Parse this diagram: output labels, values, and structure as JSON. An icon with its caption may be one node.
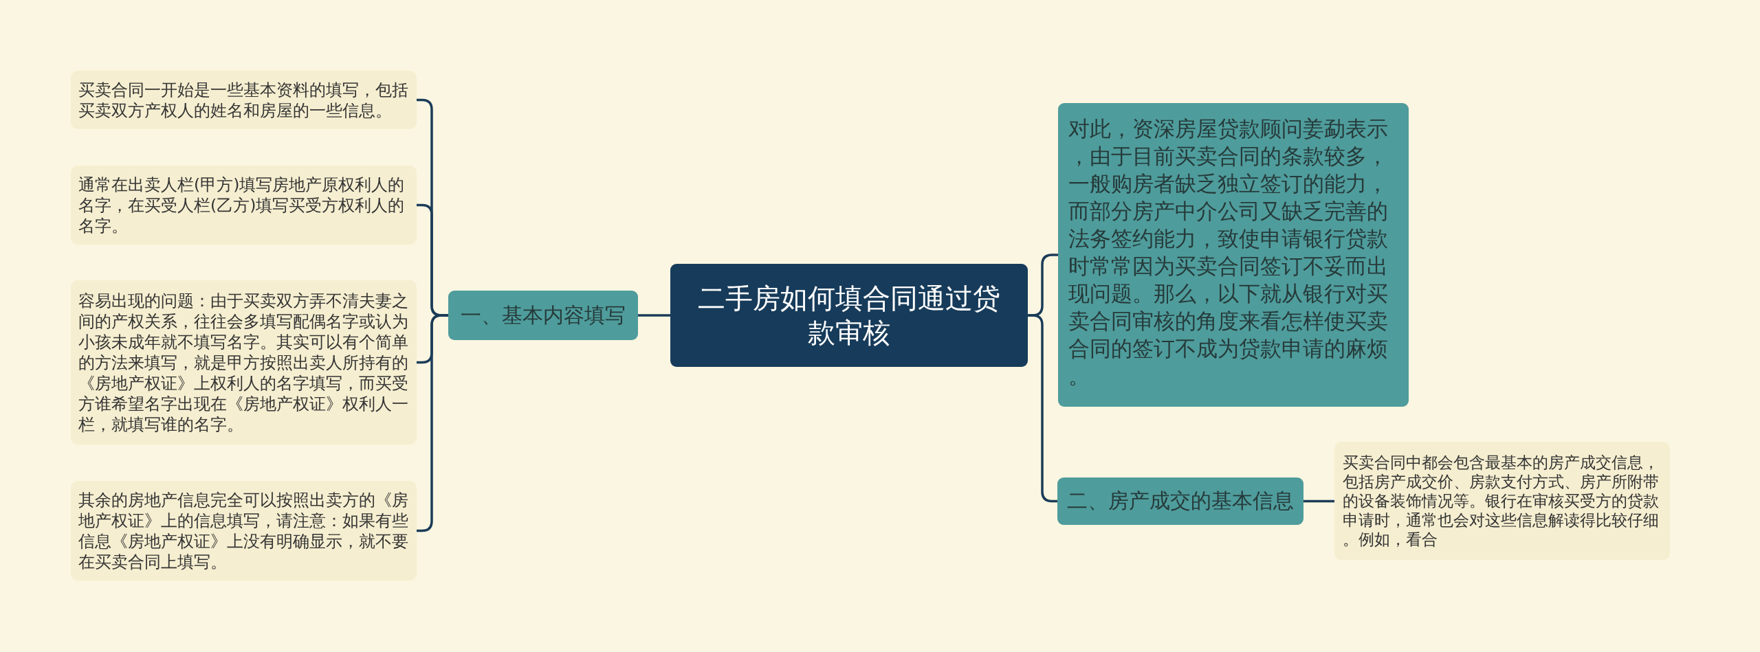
{
  "diagram": {
    "nodes": [
      {
        "text": [
          "二手房如何填合同通过贷款审核"
        ]
      },
      {
        "text": [
          "一、基本内容填写"
        ]
      },
      {
        "text": [
          "买卖合同一开始是一些基本资料的填写，包括买卖双方产权人的姓名和房屋的一些信息。"
        ]
      },
      {
        "text": [
          "通常在出卖人栏(甲方)填写房地产原权利人的名字，在买受人栏(乙方)填写买受方权利人的名字。"
        ]
      },
      {
        "text": [
          "容易出现的问题：由于买卖双方弄不清夫妻之间的产权关系，往往会多填写配偶名字或认为小孩未成年就不填写名字。其实可以有个简单的方法来填写，就是甲方按照出卖人所持有的《房地产权证》上权利人的名字填写，而买受方谁希望名字出现在《房地产权证》权利人一栏，就填写谁的名字。"
        ]
      },
      {
        "text": [
          "其余的房地产信息完全可以按照出卖方的《房地产权证》上的信息填写，请注意：如果有些信息《房地产权证》上没有明确显示，就不要在买卖合同上填写。"
        ]
      },
      {
        "text": [
          "对此，资深房屋贷款顾问姜勐表示，由于目前买卖合同的条款较多，一般购房者缺乏独立签订的能力，而部分房产中介公司又缺乏完善的法务签约能力，致使申请银行贷款时常常因为买卖合同签订不妥而出现问题。那么，以下就从银行对买卖合同审核的角度来看怎样使买卖合同的签订不成为贷款申请的麻烦。"
        ]
      },
      {
        "text": [
          "二、房产成交的基本信息"
        ]
      },
      {
        "text": [
          "买卖合同中都会包含最基本的房产成交信息，包括房产成交价、房款支付方式、房产所附带的设备装饰情况等。银行在审核买受方的贷款申请时，通常也会对这些信息解读得比较仔细。例如，看合"
        ]
      }
    ],
    "edges": [
      {
        "from": 0,
        "to": 1,
        "arrow": "none"
      },
      {
        "from": 1,
        "to": 2,
        "arrow": "none"
      },
      {
        "from": 1,
        "to": 3,
        "arrow": "none"
      },
      {
        "from": 1,
        "to": 4,
        "arrow": "none"
      },
      {
        "from": 1,
        "to": 5,
        "arrow": "none"
      },
      {
        "from": 0,
        "to": 6,
        "arrow": "none"
      },
      {
        "from": 0,
        "to": 7,
        "arrow": "none"
      },
      {
        "from": 7,
        "to": 8,
        "arrow": "none"
      }
    ]
  }
}
